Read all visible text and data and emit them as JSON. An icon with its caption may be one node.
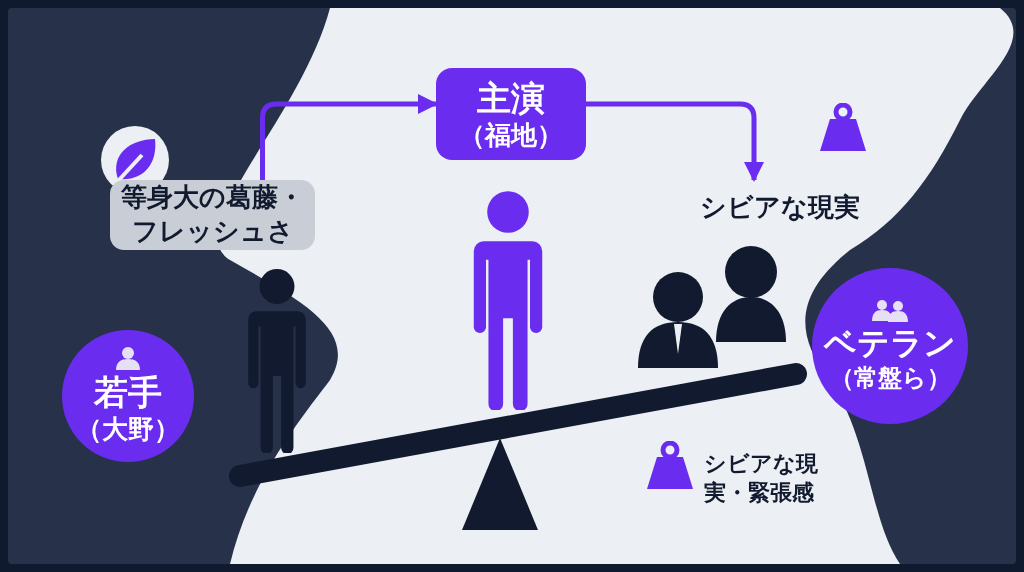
{
  "diagram": {
    "nodes": [
      {
        "text": [
          "等身大の葛藤・フレッシュさ"
        ]
      },
      {
        "text": [
          "主演",
          "（福地）"
        ]
      },
      {
        "text": [
          "シビアな現実"
        ]
      },
      {
        "text": [
          "若手",
          "（大野）"
        ]
      },
      {
        "text": [
          "ベテラン",
          "（常盤ら）"
        ]
      }
    ],
    "edges": [
      {
        "from": 0,
        "to": 1,
        "arrow": "to"
      },
      {
        "from": 1,
        "to": 2,
        "arrow": "to"
      }
    ],
    "labels": [
      "シビアな現実・緊張感"
    ]
  }
}
